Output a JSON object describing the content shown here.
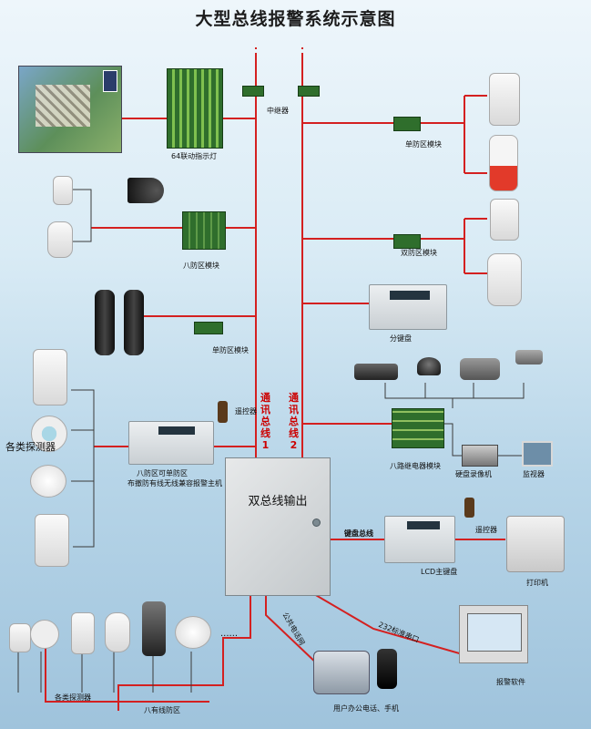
{
  "title": "大型总线报警系统示意图",
  "labels": {
    "led_indicator": "64联动指示灯",
    "repeater": "中继器",
    "single_zone_1": "单防区模块",
    "eight_zone": "八防区模块",
    "single_zone_2": "单防区模块",
    "dual_zone": "双防区模块",
    "sub_keypad": "分键盘",
    "bus1": "通讯总线1",
    "bus2": "通讯总线2",
    "remote_1": "遥控器",
    "host_line1": "八防区可单防区",
    "host_line2": "布撤防有线无线兼容报警主机",
    "detectors": "各类探测器",
    "relay_module": "八路继电器模块",
    "dvr": "硬盘录像机",
    "monitor": "监视器",
    "dual_bus_output": "双总线输出",
    "keypad_bus": "键盘总线",
    "lcd_keypad": "LCD主键盘",
    "remote_2": "遥控器",
    "printer": "打印机",
    "pstn": "公共电话网",
    "rs232": "232标准串口",
    "user_phone": "用户办公电话、手机",
    "alarm_software": "报警软件",
    "bottom_detectors": "各类探测器",
    "eight_wired_zone": "八有线防区",
    "dots": "......"
  },
  "colors": {
    "bus_line": "#d42020",
    "background": "#cfe3ef"
  }
}
